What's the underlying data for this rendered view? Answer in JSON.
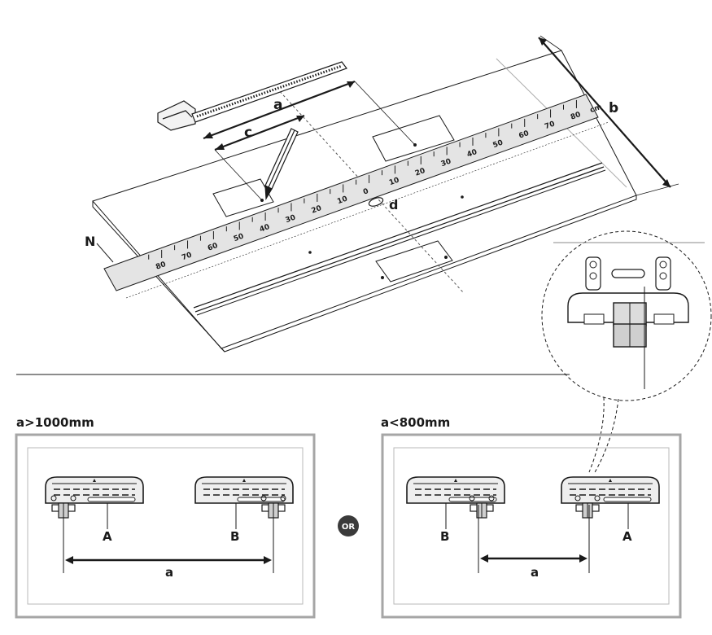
{
  "labels": {
    "a": "a",
    "b": "b",
    "c": "c",
    "d": "d",
    "n": "N",
    "a_label_left": "a",
    "a_label_right": "a",
    "bracket_a_left": "A",
    "bracket_b_left": "B",
    "bracket_b_right": "B",
    "bracket_a_right": "A"
  },
  "ruler": {
    "unit": "cm",
    "zero": "0",
    "left_ticks": [
      "80",
      "70",
      "60",
      "50",
      "40",
      "30",
      "20",
      "10"
    ],
    "right_ticks": [
      "10",
      "20",
      "30",
      "40",
      "50",
      "60",
      "70",
      "80"
    ]
  },
  "conditions": {
    "left": "a>1000mm",
    "right": "a<800mm",
    "or_badge": "OR"
  },
  "colors": {
    "line": "#1a1a1a",
    "panel_border": "#a6a6a6",
    "ruler_fill": "#e4e4e4",
    "bracket_fill": "#eeeeee"
  }
}
